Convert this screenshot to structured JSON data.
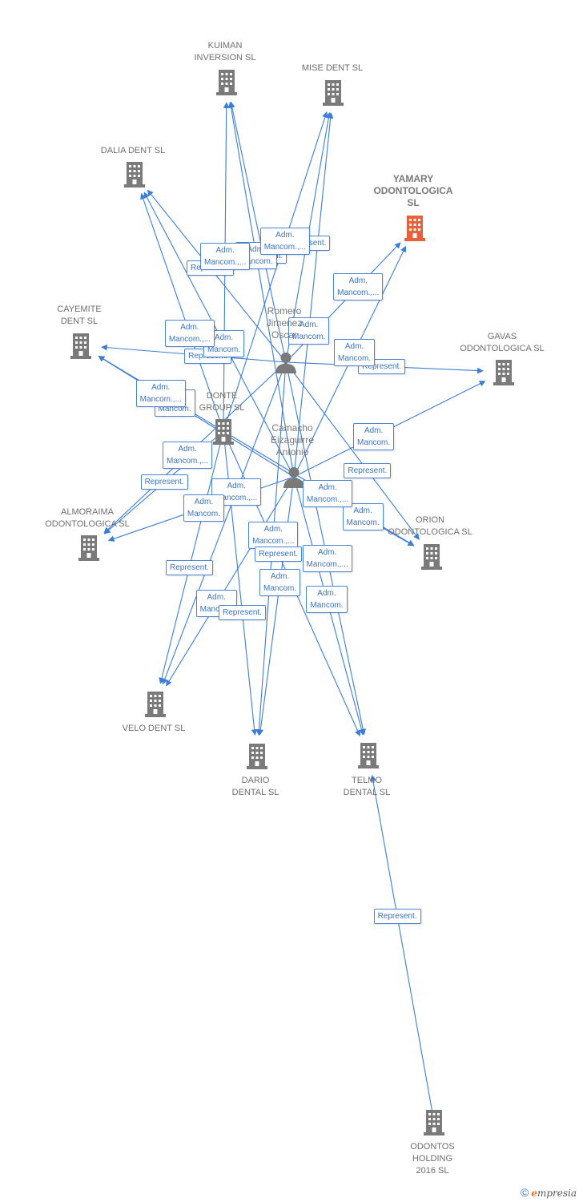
{
  "colors": {
    "edge": "#3b7dd8",
    "company": "#7a7a7a",
    "main_company": "#e8613a",
    "person": "#7a7a7a"
  },
  "companies": [
    {
      "id": "kuiman",
      "label": "KUIMAN\nINVERSION SL"
    },
    {
      "id": "mise",
      "label": "MISE DENT SL"
    },
    {
      "id": "dalia",
      "label": "DALIA DENT SL"
    },
    {
      "id": "yamary",
      "label": "YAMARY\nODONTOLOGICA\nSL",
      "main": true
    },
    {
      "id": "cayemite",
      "label": "CAYEMITE\nDENT SL"
    },
    {
      "id": "gavas",
      "label": "GAVAS\nODONTOLOGICA SL"
    },
    {
      "id": "donte",
      "label": "DONTE\nGROUP SL"
    },
    {
      "id": "almoraima",
      "label": "ALMORAIMA\nODONTOLOGICA SL"
    },
    {
      "id": "orion",
      "label": "ORION\nODONTOLOGICA SL"
    },
    {
      "id": "velo",
      "label": "VELO DENT SL"
    },
    {
      "id": "dario",
      "label": "DARIO\nDENTAL SL"
    },
    {
      "id": "telmo",
      "label": "TELMO\nDENTAL SL"
    },
    {
      "id": "odontos",
      "label": "ODONTOS\nHOLDING\n2016  SL"
    }
  ],
  "persons": [
    {
      "id": "romero",
      "label": "Romero\nJimenez\nOscar"
    },
    {
      "id": "camacho",
      "label": "Camacho\nEizaguirre\nAntonio"
    }
  ],
  "edges": [
    {
      "from": "romero",
      "to": "kuiman",
      "label": "Represent."
    },
    {
      "from": "romero",
      "to": "mise",
      "label": "Represent."
    },
    {
      "from": "romero",
      "to": "dalia",
      "label": "Represent."
    },
    {
      "from": "romero",
      "to": "yamary",
      "label": "Adm.\nMancom.,..."
    },
    {
      "from": "romero",
      "to": "cayemite",
      "label": "Represent."
    },
    {
      "from": "romero",
      "to": "gavas",
      "label": "Represent."
    },
    {
      "from": "romero",
      "to": "almoraima",
      "label": "Adm.\nMancom.,..."
    },
    {
      "from": "romero",
      "to": "orion",
      "label": "Represent."
    },
    {
      "from": "romero",
      "to": "velo",
      "label": "Adm.\nMancom.,..."
    },
    {
      "from": "romero",
      "to": "dario",
      "label": "Adm.\nMancom.,..."
    },
    {
      "from": "romero",
      "to": "telmo",
      "label": "Adm.\nMancom.,..."
    },
    {
      "from": "camacho",
      "to": "kuiman",
      "label": "Adm.\nMancom."
    },
    {
      "from": "camacho",
      "to": "mise",
      "label": "Adm.\nMancom."
    },
    {
      "from": "camacho",
      "to": "dalia",
      "label": "Adm.\nMancom."
    },
    {
      "from": "camacho",
      "to": "yamary",
      "label": "Adm.\nMancom."
    },
    {
      "from": "camacho",
      "to": "cayemite",
      "label": "Adm.\nMancom."
    },
    {
      "from": "camacho",
      "to": "gavas",
      "label": "Adm.\nMancom."
    },
    {
      "from": "camacho",
      "to": "almoraima",
      "label": "Adm.\nMancom."
    },
    {
      "from": "camacho",
      "to": "orion",
      "label": "Adm.\nMancom."
    },
    {
      "from": "camacho",
      "to": "velo",
      "label": "Adm.\nMancom."
    },
    {
      "from": "camacho",
      "to": "dario",
      "label": "Adm.\nMancom."
    },
    {
      "from": "camacho",
      "to": "telmo",
      "label": "Adm.\nMancom."
    },
    {
      "from": "donte",
      "to": "kuiman",
      "label": "Adm.\nMancom.,..."
    },
    {
      "from": "donte",
      "to": "mise",
      "label": "Adm.\nMancom.,..."
    },
    {
      "from": "donte",
      "to": "dalia",
      "label": "Adm.\nMancom.,..."
    },
    {
      "from": "donte",
      "to": "cayemite",
      "label": "Adm.\nMancom.,..."
    },
    {
      "from": "donte",
      "to": "velo",
      "label": "Represent."
    },
    {
      "from": "donte",
      "to": "dario",
      "label": "Represent."
    },
    {
      "from": "donte",
      "to": "telmo",
      "label": "Represent."
    },
    {
      "from": "donte",
      "to": "almoraima",
      "label": "Represent."
    },
    {
      "from": "donte",
      "to": "orion",
      "label": "Adm.\nMancom.,..."
    },
    {
      "from": "odontos",
      "to": "telmo",
      "label": "Represent."
    }
  ],
  "footer": {
    "copyright": "©",
    "brand_e": "e",
    "brand_rest": "mpresia"
  }
}
